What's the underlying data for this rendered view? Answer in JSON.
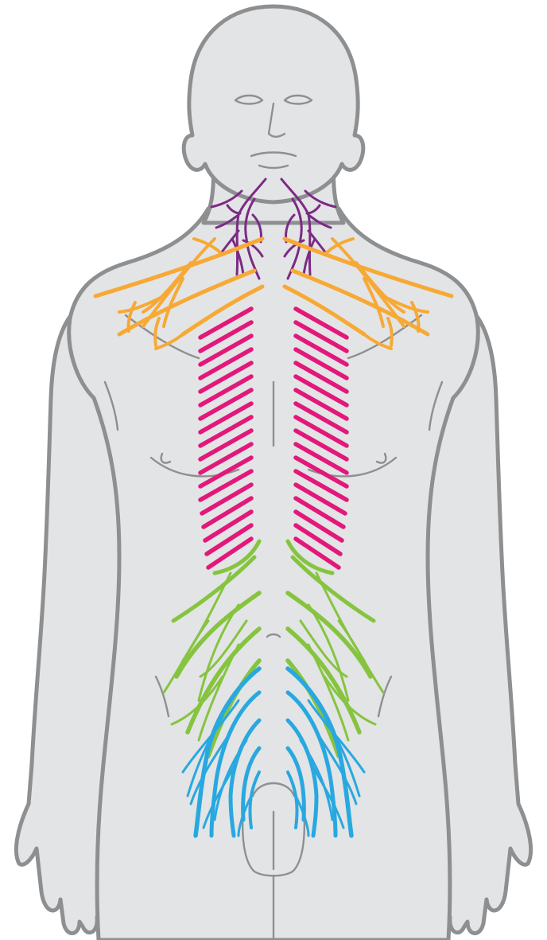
{
  "figure": {
    "background": "#ffffff",
    "body_fill": "#e3e4e5",
    "body_outline": "#8e8f91",
    "nerve_groups": [
      {
        "id": "cervical-upper",
        "color": "#7b2a85"
      },
      {
        "id": "cervical-lower",
        "color": "#f7a935"
      },
      {
        "id": "thoracic",
        "color": "#e2187a"
      },
      {
        "id": "lumbar",
        "color": "#86c440"
      },
      {
        "id": "sacral",
        "color": "#29a8e0"
      }
    ]
  }
}
